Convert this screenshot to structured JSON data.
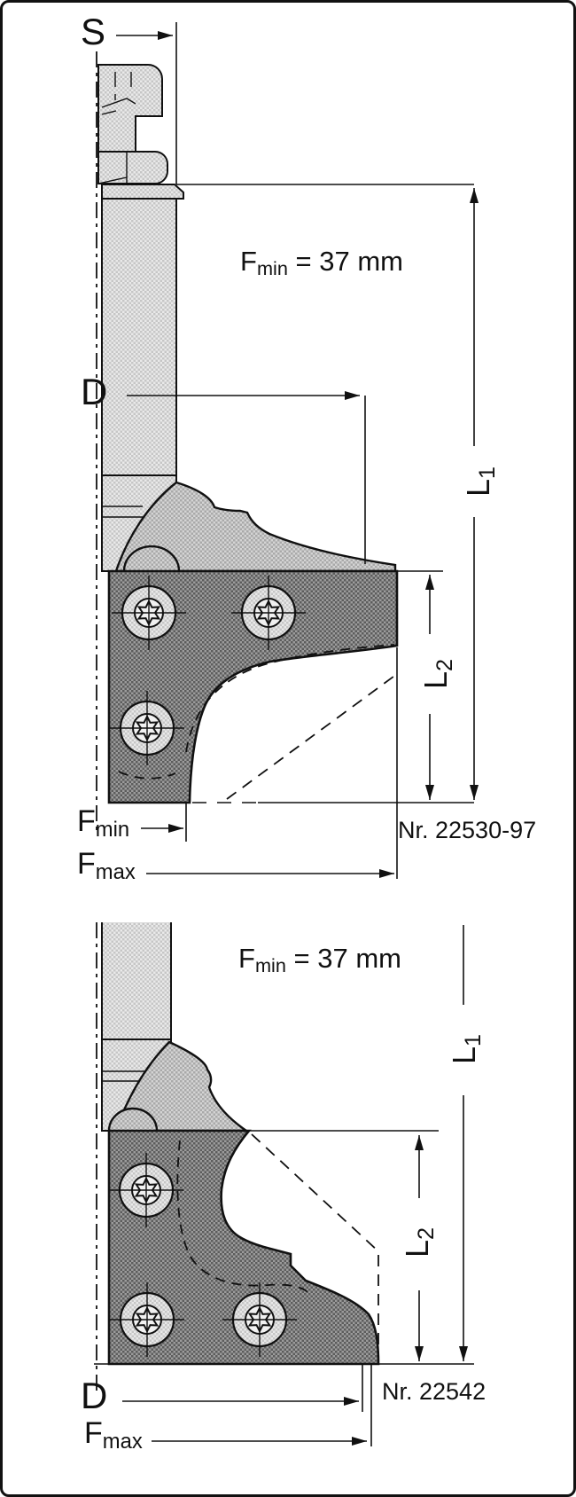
{
  "page": {
    "background": "#ffffff",
    "border_color": "#111111"
  },
  "colors": {
    "line": "#111111",
    "hatch_light": "#e9e9e9",
    "hatch_light_dot": "#c6c6c6",
    "hatch_medium": "#d4d4d4",
    "hatch_medium_dot": "#a9a9a9",
    "hatch_dark": "#9c9c9c",
    "hatch_dark_dot": "#5c5c5c"
  },
  "figure1": {
    "description": "profile cutter head, section view with clamping screw and nut",
    "part_number": "Nr. 22530-97",
    "labels": {
      "shank_diameter": "S",
      "cutting_diameter": "D",
      "fmin_note": {
        "base": "F",
        "sub": "min",
        "rest": " = 37 mm"
      },
      "l1": {
        "base": "L",
        "sub": "1"
      },
      "l2": {
        "base": "L",
        "sub": "2"
      },
      "fmin": {
        "base": "F",
        "sub": "min"
      },
      "fmax": {
        "base": "F",
        "sub": "max"
      }
    }
  },
  "figure2": {
    "description": "profile cutter head, section view with ogee profile",
    "part_number": "Nr. 22542",
    "labels": {
      "cutting_diameter": "D",
      "fmin_note": {
        "base": "F",
        "sub": "min",
        "rest": " = 37 mm"
      },
      "l1": {
        "base": "L",
        "sub": "1"
      },
      "l2": {
        "base": "L",
        "sub": "2"
      },
      "fmax": {
        "base": "F",
        "sub": "max"
      }
    }
  }
}
